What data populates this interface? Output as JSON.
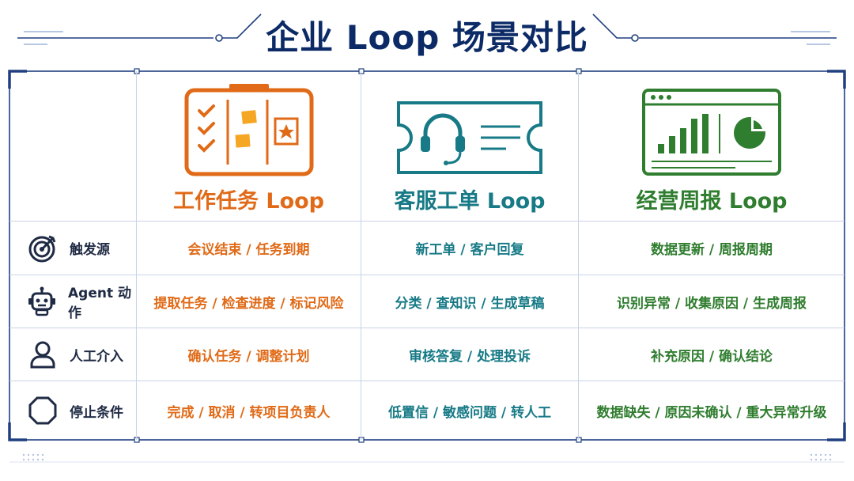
{
  "title": "企业 Loop 场景对比",
  "colors": {
    "navy": "#0b2a66",
    "orange": "#e06a17",
    "teal": "#177a86",
    "green": "#2f7d2f"
  },
  "columns": [
    {
      "title": "工作任务 Loop",
      "icon": "task-board-icon"
    },
    {
      "title": "客服工单 Loop",
      "icon": "headset-ticket-icon"
    },
    {
      "title": "经营周报 Loop",
      "icon": "report-chart-icon"
    }
  ],
  "rows": [
    {
      "label": "触发源",
      "icon": "target-icon",
      "values": [
        "会议结束 / 任务到期",
        "新工单 / 客户回复",
        "数据更新 / 周报周期"
      ]
    },
    {
      "label": "Agent 动作",
      "icon": "robot-icon",
      "values": [
        "提取任务 / 检查进度 / 标记风险",
        "分类 / 查知识 / 生成草稿",
        "识别异常 / 收集原因 / 生成周报"
      ]
    },
    {
      "label": "人工介入",
      "icon": "person-icon",
      "values": [
        "确认任务 / 调整计划",
        "审核答复 / 处理投诉",
        "补充原因 / 确认结论"
      ]
    },
    {
      "label": "停止条件",
      "icon": "stop-octagon-icon",
      "values": [
        "完成 / 取消 / 转项目负责人",
        "低置信 / 敏感问题 / 转人工",
        "数据缺失 / 原因未确认 / 重大异常升级"
      ]
    }
  ]
}
